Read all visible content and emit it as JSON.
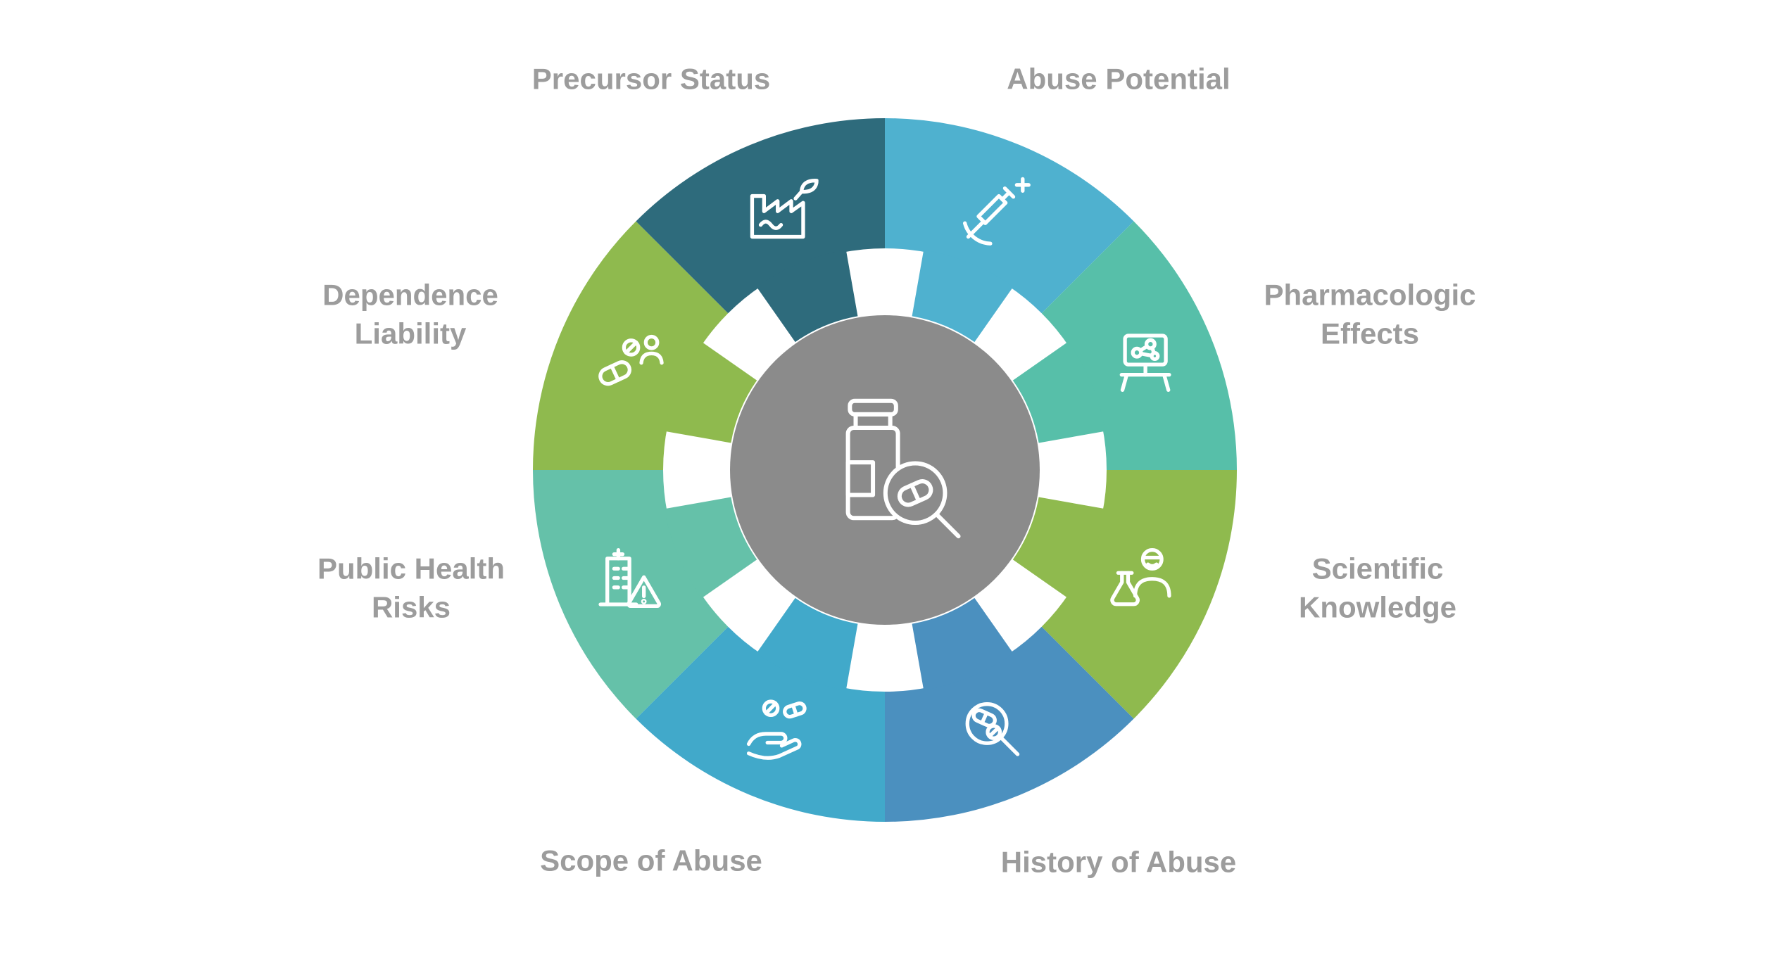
{
  "wheel": {
    "label_color": "#9c9c9c",
    "center": {
      "icon": "bottle-magnifier-icon",
      "color": "#8b8b8b"
    },
    "segments": [
      {
        "id": "abuse-potential",
        "label": "Abuse Potential",
        "color": "#4fb1cf",
        "icon": "syringe-icon"
      },
      {
        "id": "pharmacologic-effects",
        "label": "Pharmacologic Effects",
        "color": "#57bfa9",
        "icon": "lab-screen-icon"
      },
      {
        "id": "scientific-knowledge",
        "label": "Scientific Knowledge",
        "color": "#8fba4e",
        "icon": "scientist-icon"
      },
      {
        "id": "history-of-abuse",
        "label": "History of Abuse",
        "color": "#4b90bf",
        "icon": "pill-search-icon"
      },
      {
        "id": "scope-of-abuse",
        "label": "Scope of Abuse",
        "color": "#41a9ca",
        "icon": "hand-pills-icon"
      },
      {
        "id": "public-health-risks",
        "label": "Public Health Risks",
        "color": "#65c1a9",
        "icon": "building-alert-icon"
      },
      {
        "id": "dependence-liability",
        "label": "Dependence Liability",
        "color": "#8fba4e",
        "icon": "pills-user-icon"
      },
      {
        "id": "precursor-status",
        "label": "Precursor Status",
        "color": "#2e6b7c",
        "icon": "factory-icon"
      }
    ]
  }
}
